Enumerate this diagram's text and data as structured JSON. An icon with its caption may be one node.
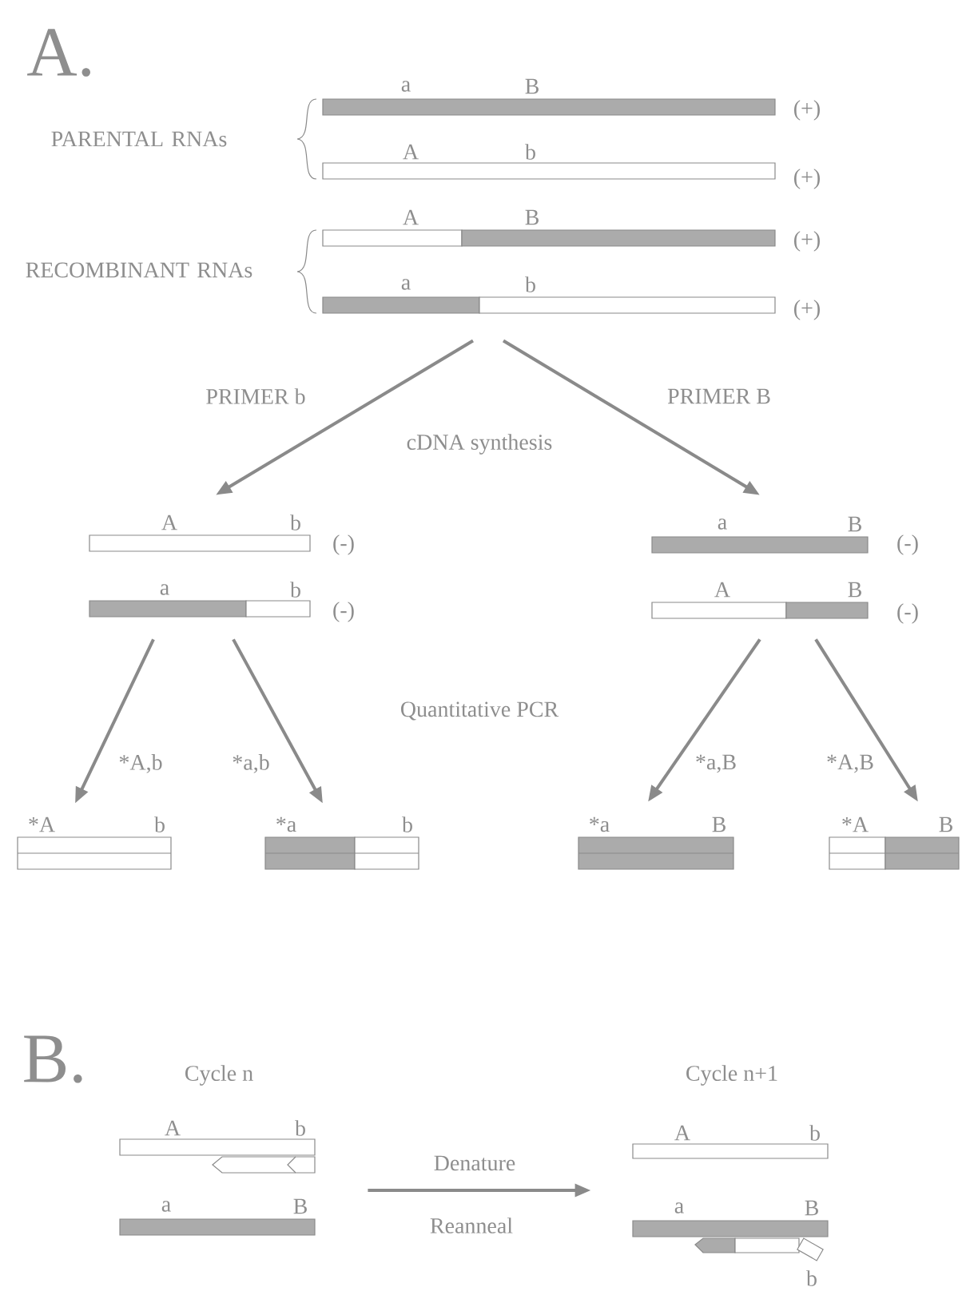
{
  "diagram": {
    "nodes": [
      {
        "text": [],
        "shape": "bar",
        "beside": [
          "a",
          "B",
          "(+)"
        ]
      },
      {
        "text": [],
        "shape": "bar",
        "beside": [
          "A",
          "b",
          "(+)"
        ]
      },
      {
        "text": [],
        "shape": "bar",
        "beside": [
          "A",
          "B",
          "(+)"
        ]
      },
      {
        "text": [],
        "shape": "bar",
        "beside": [
          "a",
          "b",
          "(+)"
        ]
      },
      {
        "text": [],
        "shape": "bar",
        "beside": [
          "A",
          "b",
          "(-)"
        ]
      },
      {
        "text": [],
        "shape": "bar",
        "beside": [
          "a",
          "b",
          "(-)"
        ]
      },
      {
        "text": [],
        "shape": "bar",
        "beside": [
          "a",
          "B",
          "(-)"
        ]
      },
      {
        "text": [],
        "shape": "bar",
        "beside": [
          "A",
          "B",
          "(-)"
        ]
      },
      {
        "text": [],
        "shape": "bar",
        "beside": [
          "*A",
          "b"
        ]
      },
      {
        "text": [],
        "shape": "bar",
        "beside": [
          "*a",
          "b"
        ]
      },
      {
        "text": [],
        "shape": "bar",
        "beside": [
          "*a",
          "B"
        ]
      },
      {
        "text": [],
        "shape": "bar",
        "beside": [
          "*A",
          "B"
        ]
      },
      {
        "text": [],
        "shape": "bar",
        "beside": [
          "A",
          "b"
        ]
      },
      {
        "text": [],
        "shape": "bar",
        "beside": [
          "a",
          "B"
        ]
      },
      {
        "text": [],
        "shape": "bar",
        "beside": [
          "A",
          "b"
        ]
      },
      {
        "text": [],
        "shape": "bar",
        "beside": [
          "a",
          "B",
          "b"
        ]
      }
    ],
    "edges": [
      {
        "from": 3,
        "to": 4,
        "arrow": "to",
        "label": "PRIMER b"
      },
      {
        "from": 3,
        "to": 6,
        "arrow": "to",
        "label": "PRIMER B"
      },
      {
        "from": 5,
        "to": 8,
        "arrow": "to",
        "label": "*A,b"
      },
      {
        "from": 5,
        "to": 9,
        "arrow": "to",
        "label": "*a,b"
      },
      {
        "from": 7,
        "to": 10,
        "arrow": "to",
        "label": "*a,B"
      },
      {
        "from": 7,
        "to": 11,
        "arrow": "to",
        "label": "*A,B"
      },
      {
        "from": 12,
        "to": 14,
        "arrow": "to",
        "label": "Denature"
      }
    ],
    "labels": [
      "A.",
      "PARENTAL RNAs",
      "RECOMBINANT RNAs",
      "cDNA synthesis",
      "Quantitative PCR",
      "B.",
      "Cycle n",
      "Cycle n+1",
      "Reanneal"
    ]
  }
}
